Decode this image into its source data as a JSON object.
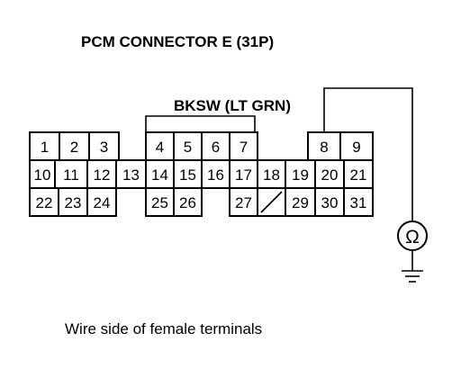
{
  "title": "PCM CONNECTOR E (31P)",
  "signal_label": "BKSW (LT GRN)",
  "caption": "Wire side of female terminals",
  "meter_symbol": "Ω",
  "pins": {
    "p1": "1",
    "p2": "2",
    "p3": "3",
    "p4": "4",
    "p5": "5",
    "p6": "6",
    "p7": "7",
    "p8": "8",
    "p9": "9",
    "p10": "10",
    "p11": "11",
    "p12": "12",
    "p13": "13",
    "p14": "14",
    "p15": "15",
    "p16": "16",
    "p17": "17",
    "p18": "18",
    "p19": "19",
    "p20": "20",
    "p21": "21",
    "p22": "22",
    "p23": "23",
    "p24": "24",
    "p25": "25",
    "p26": "26",
    "p27": "27",
    "p29": "29",
    "p30": "30",
    "p31": "31"
  }
}
